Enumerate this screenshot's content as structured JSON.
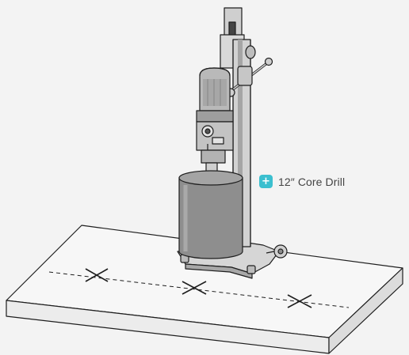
{
  "colors": {
    "background": "#f3f3f3",
    "outline": "#1e1e1e",
    "slab_top": "#f7f7f7",
    "slab_side": "#e8e8e8",
    "metal": "#c9c9c9",
    "metal_dark": "#9a9a9a",
    "core_bit": "#8e8e8e",
    "motor": "#b5b5b5",
    "accent": "#3bbfcf"
  },
  "hotspot": {
    "icon": "plus-icon",
    "icon_glyph": "+",
    "label": "12″ Core Drill"
  },
  "marks": {
    "count": 3,
    "symbol": "cross"
  }
}
